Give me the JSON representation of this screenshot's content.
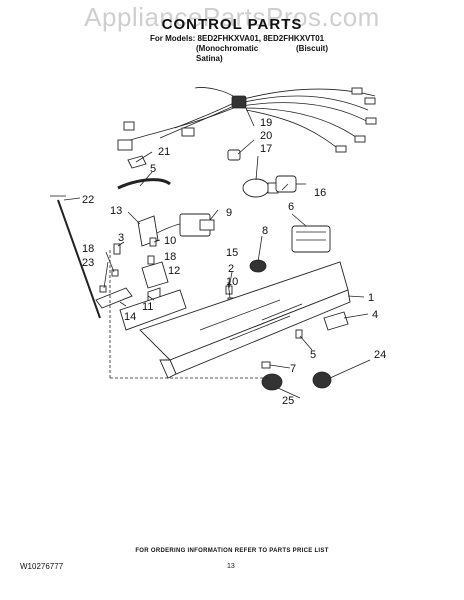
{
  "watermark": "AppliancePartsPros.com",
  "title": "CONTROL PARTS",
  "models": {
    "line1": "For Models: 8ED2FHKXVA01, 8ED2FHKXVT01",
    "line2a": "(Monochromatic",
    "line2b": "(Biscuit)",
    "line3": "Satina)"
  },
  "callouts": [
    "1",
    "2",
    "3",
    "4",
    "5",
    "5",
    "6",
    "7",
    "8",
    "9",
    "10",
    "10",
    "11",
    "12",
    "13",
    "14",
    "15",
    "16",
    "17",
    "18",
    "18",
    "19",
    "20",
    "21",
    "22",
    "23",
    "24",
    "25"
  ],
  "footer": {
    "note": "FOR ORDERING INFORMATION REFER TO PARTS PRICE LIST",
    "doc_number": "W10276777",
    "page": "13"
  }
}
